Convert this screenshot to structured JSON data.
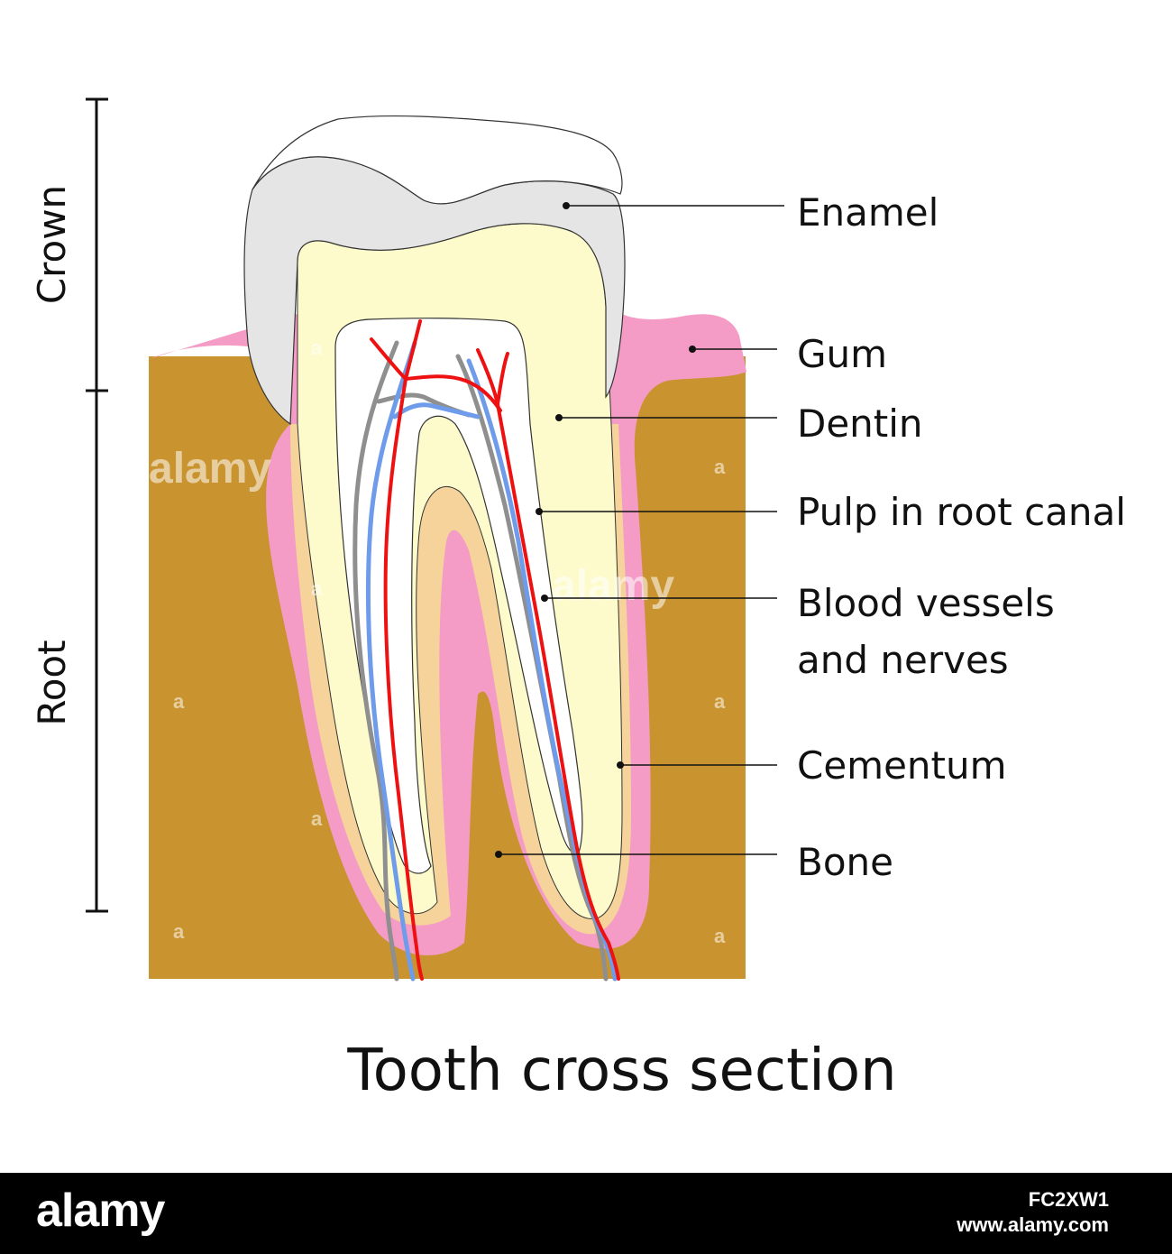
{
  "title": "Tooth cross section",
  "side_labels": {
    "crown": "Crown",
    "root": "Root"
  },
  "labels": {
    "enamel": "Enamel",
    "gum": "Gum",
    "dentin": "Dentin",
    "pulp": "Pulp in root canal",
    "vessels_line1": "Blood vessels",
    "vessels_line2": "and nerves",
    "cementum": "Cementum",
    "bone": "Bone"
  },
  "colors": {
    "bone": "#C9942F",
    "gum": "#F49CC6",
    "cementum": "#F5D39B",
    "dentin": "#FDFBCB",
    "enamel": "#E5E5E5",
    "pulp": "#FFFFFF",
    "artery": "#EE1111",
    "vein": "#6E9BEA",
    "nerve": "#8F8F8F"
  },
  "watermark": {
    "text": "alamy",
    "letter": "a"
  },
  "footer": {
    "logo": "alamy",
    "image_id": "FC2XW1",
    "site": "www.alamy.com"
  }
}
